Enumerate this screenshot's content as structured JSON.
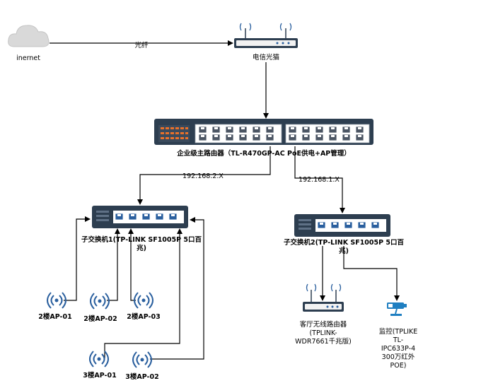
{
  "nodes": {
    "internet": "inernet",
    "fiber_link": "光纤",
    "modem": "电信光猫",
    "main_router": "企业级主路由器（TL-R470GP-AC PoE供电+AP管理）",
    "subnet_left": "192.168.2.X",
    "subnet_right": "192.168.1.X",
    "switch1_line1": "子交换机1(TP-LINK SF1005P 5口百",
    "switch1_line2": "兆)",
    "switch2_line1": "子交换机2(TP-LINK SF1005P 5口百",
    "switch2_line2": "兆)",
    "ap_2f_01": "2楼AP-01",
    "ap_2f_02": "2楼AP-02",
    "ap_2f_03": "2楼AP-03",
    "ap_3f_01": "3楼AP-01",
    "ap_3f_02": "3楼AP-02",
    "living_router_line1": "客厅无线路由器",
    "living_router_line2": "(TPLINK-",
    "living_router_line3": "WDR7661千兆版)",
    "camera_line1": "监控(TPLIKE",
    "camera_line2": "TL-",
    "camera_line3": "IPC633P-4",
    "camera_line4": "300万红外",
    "camera_line5": "POE)"
  },
  "colors": {
    "device_dark": "#2d3e50",
    "port_blue": "#2a5f9e",
    "camera_blue": "#1f7fc1",
    "cloud_gray": "#d9d9d9",
    "led_orange": "#e8702a"
  },
  "icons": [
    "cloud-icon",
    "modem-icon",
    "main-router-icon",
    "switch-icon",
    "wifi-ap-icon",
    "wireless-router-icon",
    "camera-icon"
  ]
}
